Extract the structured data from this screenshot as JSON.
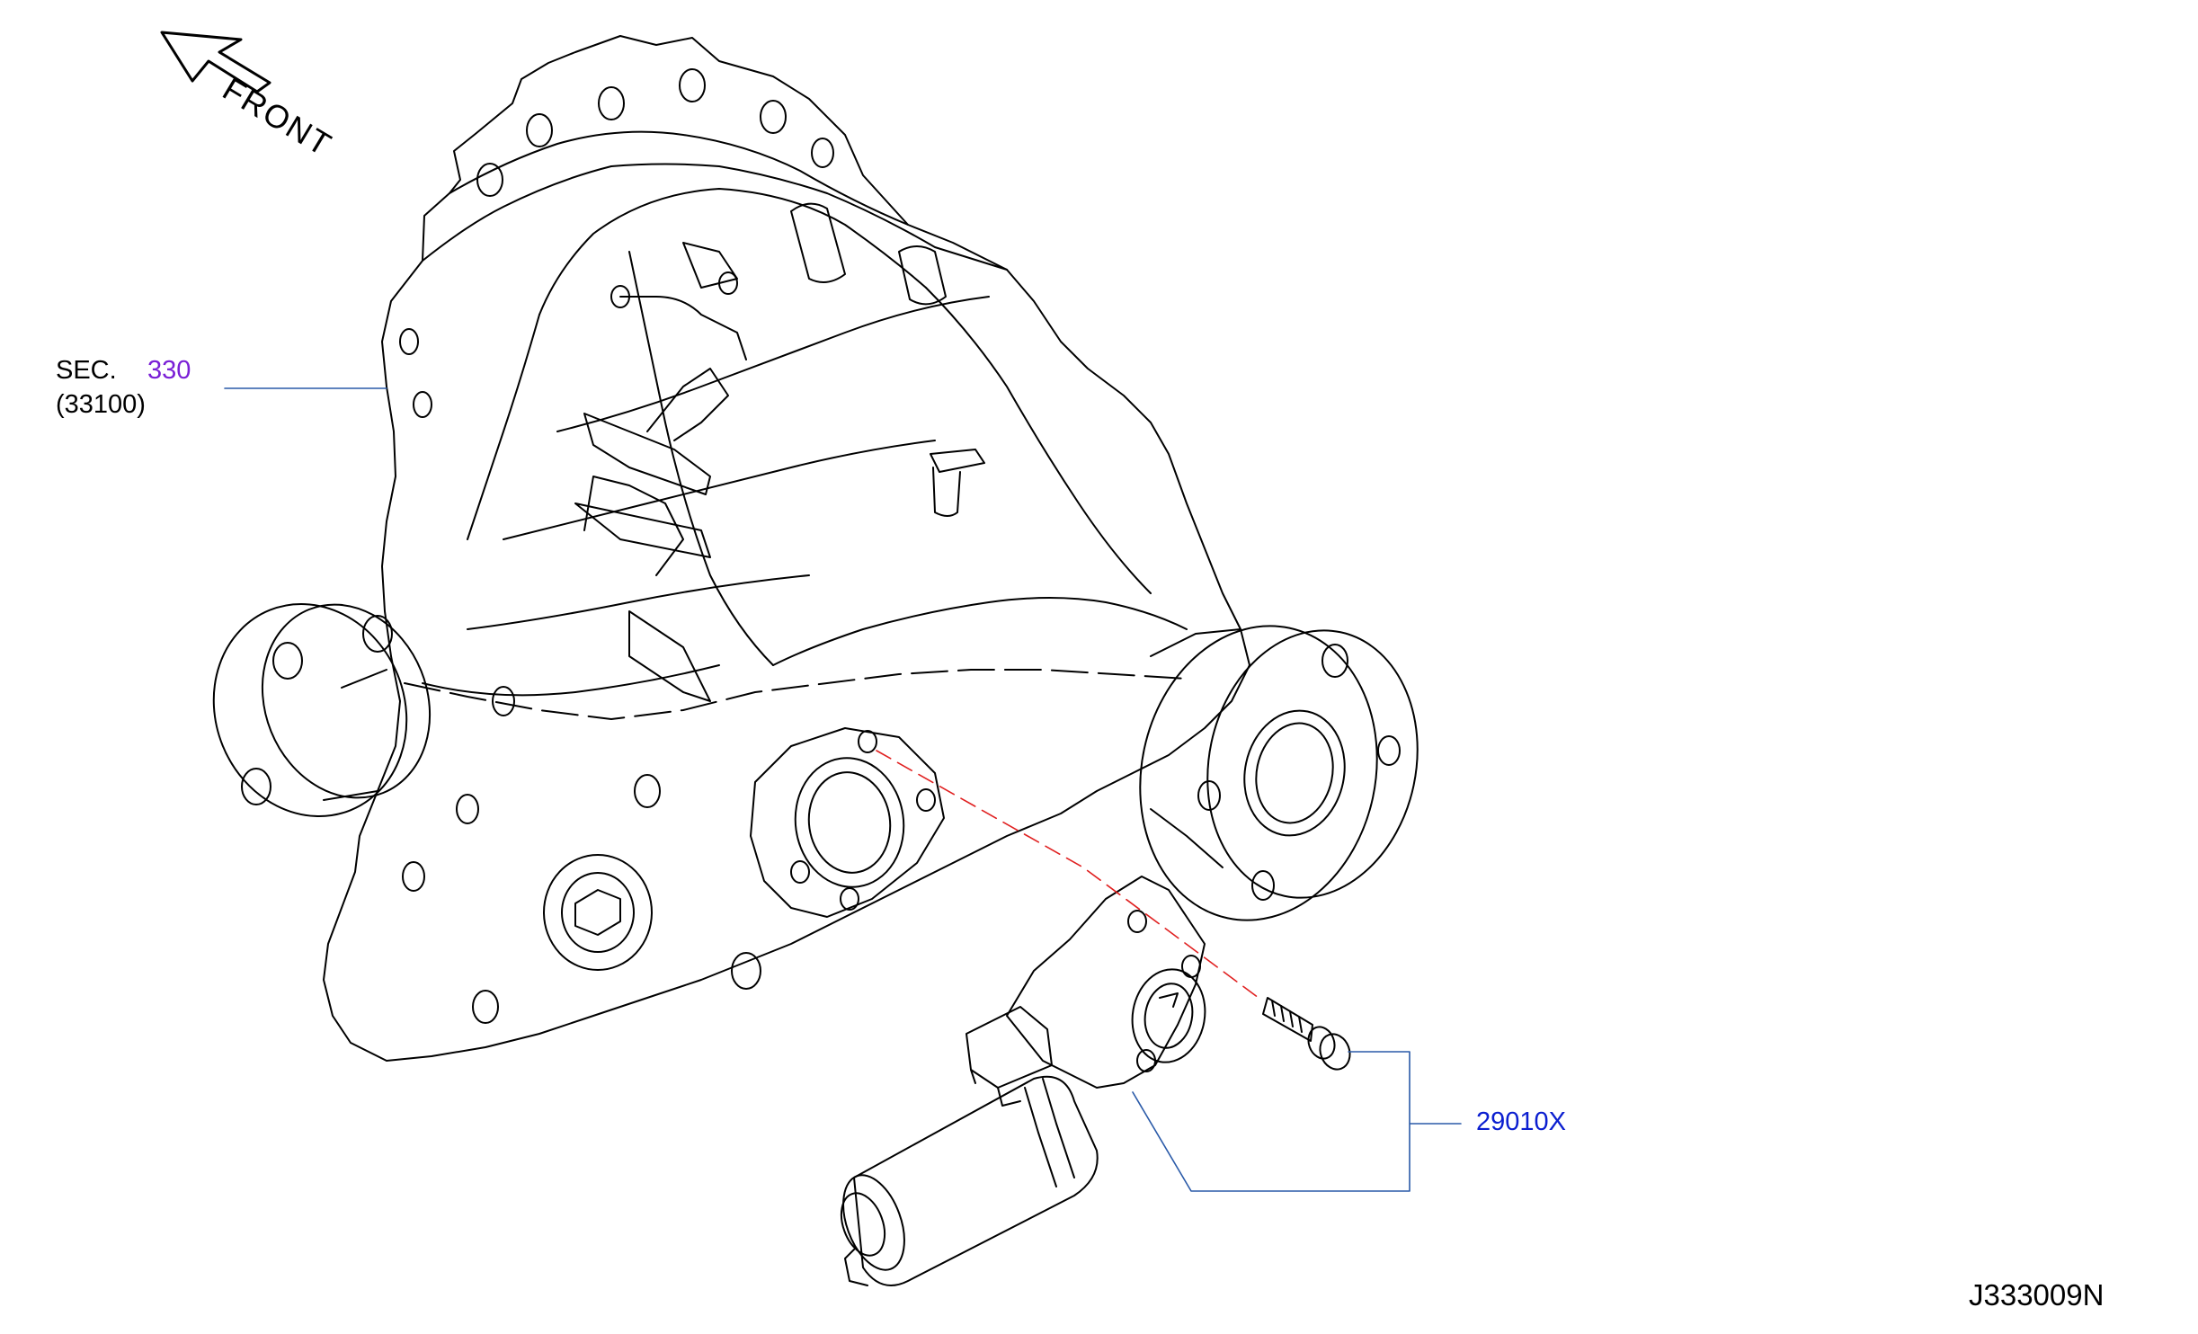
{
  "front_label": "FRONT",
  "sec_callout": {
    "prefix": "SEC.",
    "number": "330",
    "sub": "(33100)"
  },
  "part_callout": {
    "number": "29010X"
  },
  "diagram_id": "J333009N",
  "colors": {
    "ink": "#000000",
    "leader": "#2a5aa8",
    "link_sec": "#7a1fd6",
    "link_part": "#0b1ed0",
    "center_line": "#e02020"
  }
}
